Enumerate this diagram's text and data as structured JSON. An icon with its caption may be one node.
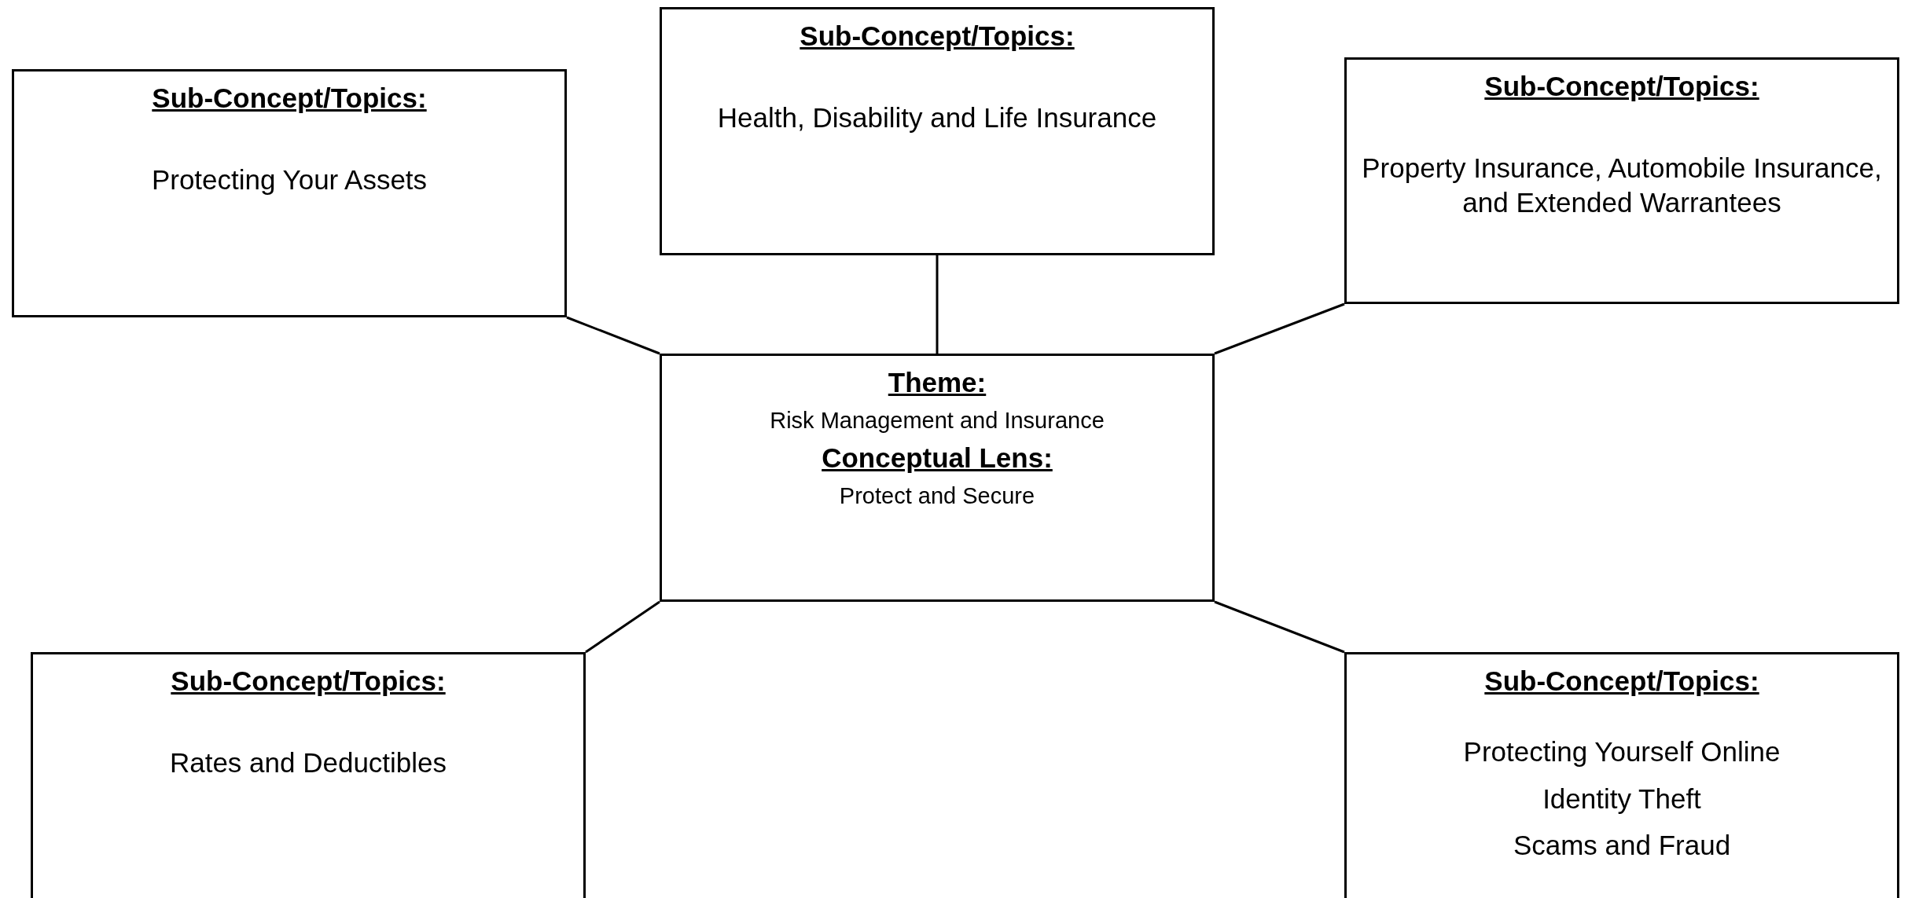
{
  "diagram": {
    "nodes": [
      {
        "text": [
          "Sub-Concept/Topics:",
          "Protecting Your Assets"
        ]
      },
      {
        "text": [
          "Sub-Concept/Topics:",
          "Health, Disability and Life Insurance"
        ]
      },
      {
        "text": [
          "Sub-Concept/Topics:",
          "Property Insurance, Automobile Insurance, and Extended Warrantees"
        ]
      },
      {
        "text": [
          "Theme:",
          "Risk Management and Insurance",
          "Conceptual Lens:",
          "Protect and Secure"
        ]
      },
      {
        "text": [
          "Sub-Concept/Topics:",
          "Rates and Deductibles"
        ]
      },
      {
        "text": [
          "Sub-Concept/Topics:",
          "Protecting Yourself Online",
          "Identity Theft",
          "Scams and Fraud"
        ]
      }
    ],
    "edges": [
      {
        "from": 0,
        "to": 3,
        "arrow": "none"
      },
      {
        "from": 1,
        "to": 3,
        "arrow": "none"
      },
      {
        "from": 2,
        "to": 3,
        "arrow": "none"
      },
      {
        "from": 3,
        "to": 4,
        "arrow": "none"
      },
      {
        "from": 3,
        "to": 5,
        "arrow": "none"
      }
    ]
  }
}
